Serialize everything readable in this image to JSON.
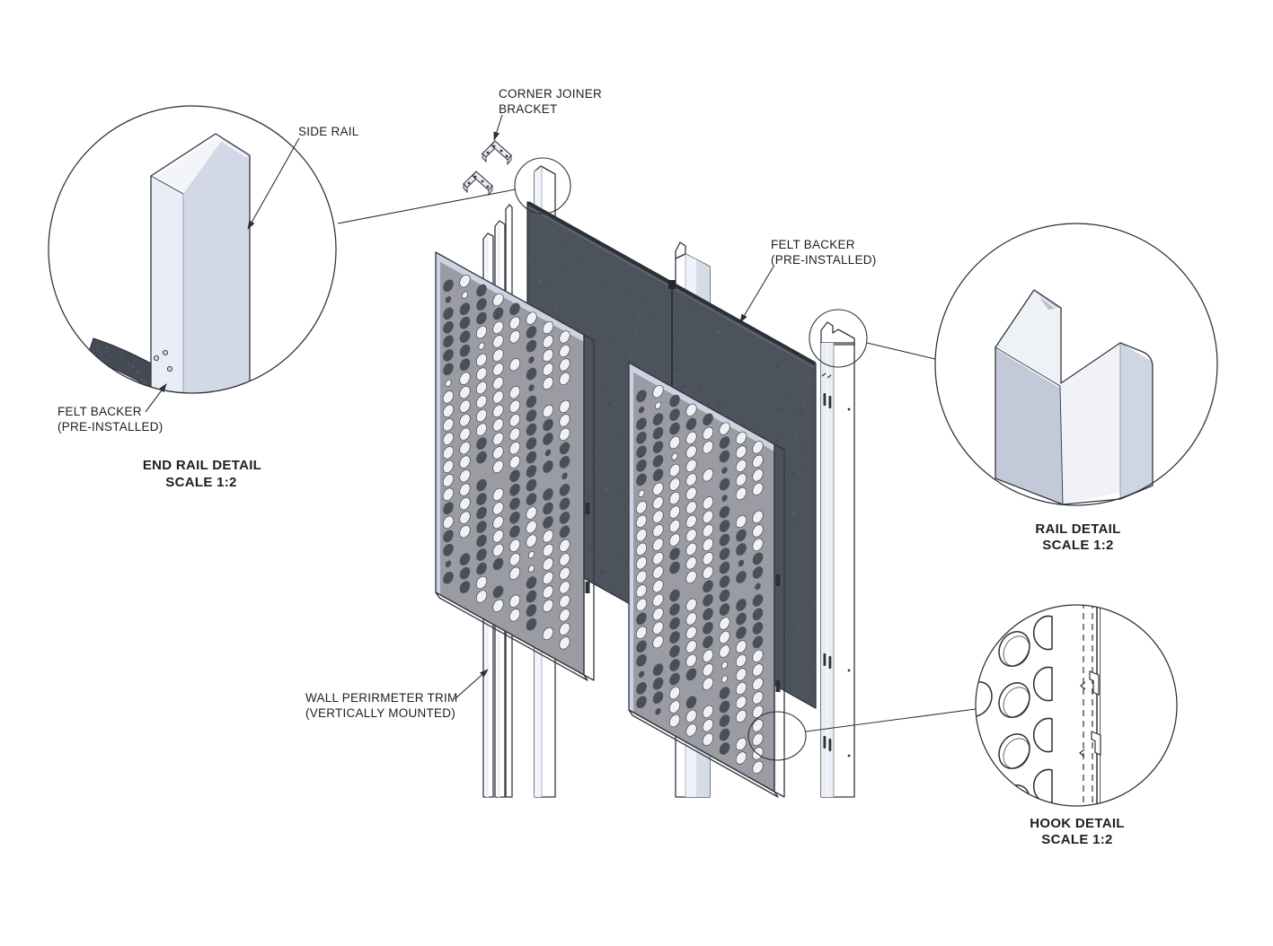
{
  "labels": {
    "side_rail": "SIDE RAIL",
    "corner_joiner_line1": "CORNER JOINER",
    "corner_joiner_line2": "BRACKET",
    "felt_backer_line1": "FELT BACKER",
    "felt_backer_line2": "(PRE-INSTALLED)",
    "wall_trim_line1": "WALL PERIRMETER TRIM",
    "wall_trim_line2": "(VERTICALLY MOUNTED)"
  },
  "details": {
    "end_rail": {
      "title": "END RAIL DETAIL",
      "scale": "SCALE 1:2"
    },
    "rail": {
      "title": "RAIL DETAIL",
      "scale": "SCALE 1:2"
    },
    "hook": {
      "title": "HOOK DETAIL",
      "scale": "SCALE 1:2"
    }
  },
  "colors": {
    "background": "#ffffff",
    "line": "#2d3036",
    "text": "#1f1f1f",
    "panel_face": "#9a9ba3",
    "panel_edge": "#cbd2e6",
    "panel_top_edge": "#cdd3e2",
    "hole_dark": "#4a4f58",
    "hole_light": "#eff1f4",
    "felt": "#4c535c",
    "felt_lip": "#2b3037",
    "felt_speckle_dark": "#3f454e",
    "felt_speckle_light": "#5d646e",
    "rail_light": "#eff2f8",
    "rail_mid": "#d3d9e7",
    "rail_shadow": "#bfc7d6",
    "bracket": "#e8ebf3"
  }
}
